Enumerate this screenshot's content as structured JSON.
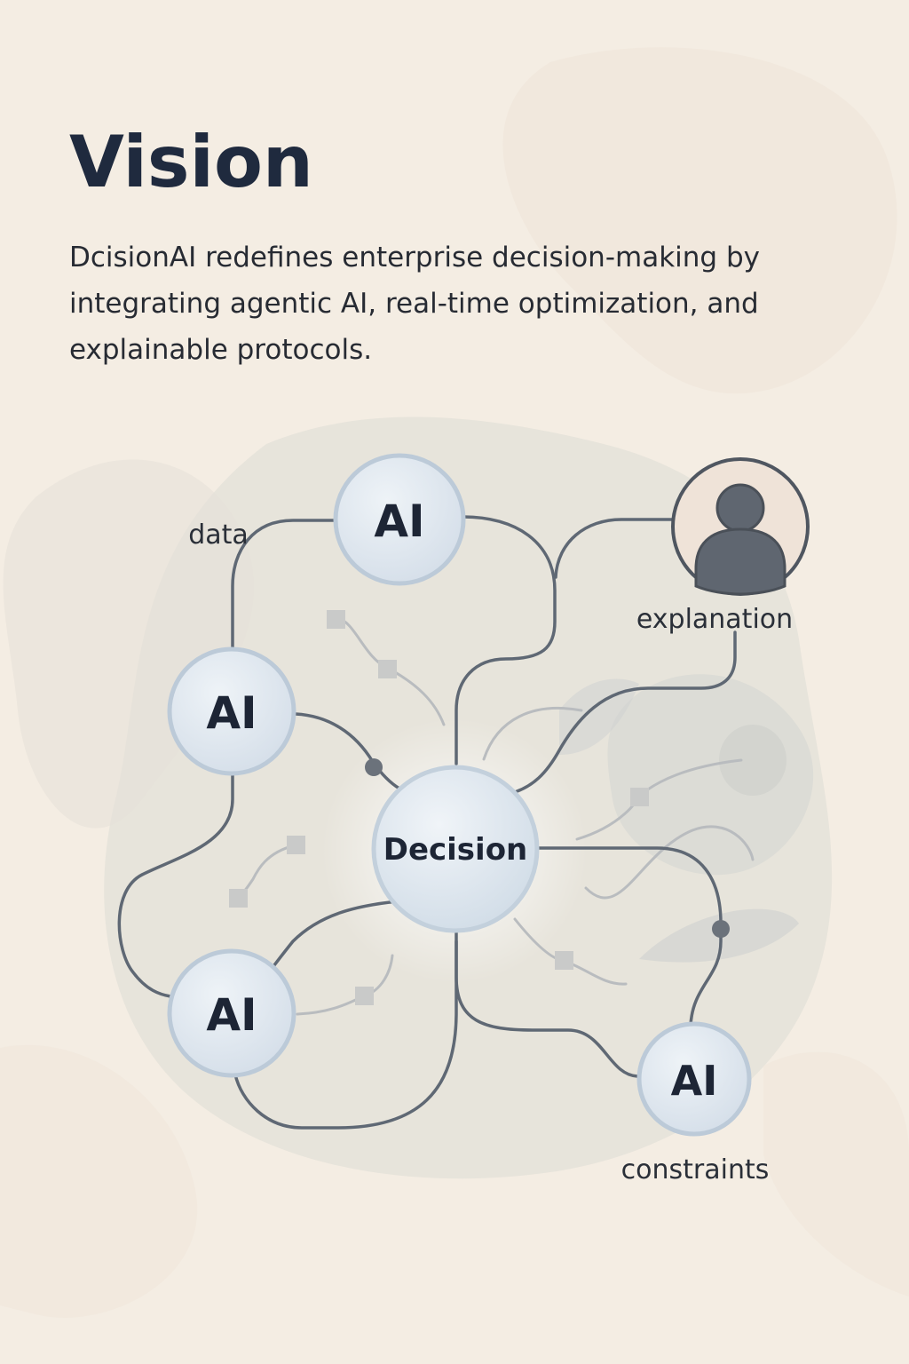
{
  "heading": {
    "title": "Vision",
    "description": "DcisionAI redefines enterprise decision-making by integrating agentic AI, real-time optimization, and explainable protocols."
  },
  "diagram": {
    "center_node": {
      "label": "Decision"
    },
    "agent_nodes": [
      {
        "id": "ai-top",
        "label": "AI"
      },
      {
        "id": "ai-left",
        "label": "AI"
      },
      {
        "id": "ai-bottom-left",
        "label": "AI"
      },
      {
        "id": "ai-bottom-right",
        "label": "AI"
      }
    ],
    "person_node": {
      "icon": "person-icon"
    },
    "edge_labels": {
      "data": "data",
      "explanation": "explanation",
      "constraints": "constraints"
    }
  },
  "colors": {
    "background": "#f4ede3",
    "title": "#1f2a3e",
    "node_fill": "#dde6ee",
    "node_stroke": "#b8c7d6",
    "line": "#5f6874",
    "person_icon": "#5f6670",
    "person_circle_fill": "#efe3d8"
  }
}
